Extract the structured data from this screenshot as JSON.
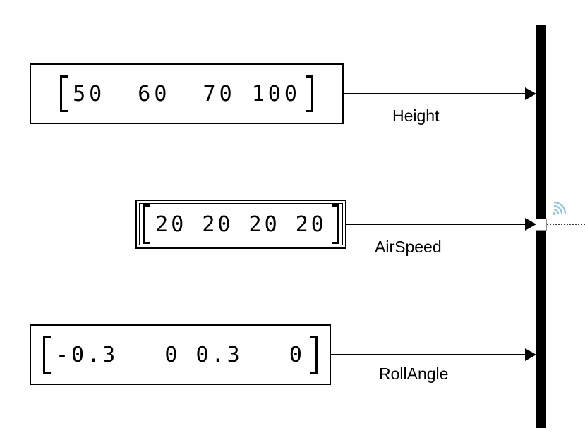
{
  "blocks": [
    {
      "value": "50  60  70 100",
      "label": "Height"
    },
    {
      "value": "20 20 20 20",
      "label": "AirSpeed"
    },
    {
      "value": "-0.3   0 0.3   0",
      "label": "RollAngle"
    }
  ],
  "colors": {
    "stroke": "#000000",
    "block_fill": "#ffffff",
    "mux_bar": "#000000",
    "wireless_badge": "#8ec6e0",
    "port_border": "#8f8f8f"
  },
  "icons": {
    "wireless": "wireless-signal-icon"
  }
}
